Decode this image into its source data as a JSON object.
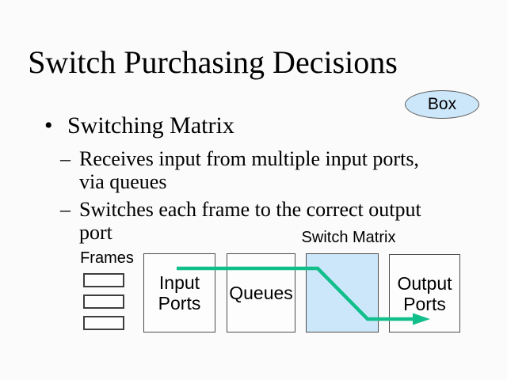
{
  "slide": {
    "title": "Switch Purchasing Decisions",
    "badge_label": "Box",
    "bullet": {
      "marker": "•",
      "text": "Switching Matrix",
      "sub_marker": "–",
      "subs": [
        "Receives input from multiple input ports, via queues",
        "Switches each frame to the correct output port"
      ]
    },
    "diagram": {
      "matrix_label": "Switch Matrix",
      "frames_label": "Frames",
      "frame_rect_count": 3,
      "boxes": [
        {
          "label": "Input Ports"
        },
        {
          "label": "Queues"
        },
        {
          "label": ""
        },
        {
          "label": "Output Ports"
        }
      ],
      "flow_arrow_icon": "green-flow-arrow"
    }
  },
  "colors": {
    "accent-green": "#12BF8C",
    "light-blue": "#CDE7FA",
    "border-gray": "#4D4D4D"
  }
}
